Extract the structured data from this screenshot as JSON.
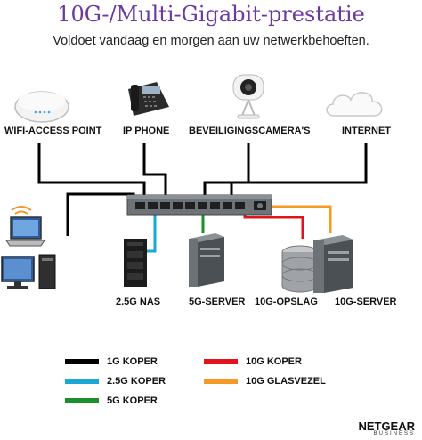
{
  "title": "10G-/Multi-Gigabit-prestatie",
  "subtitle": "Voldoet vandaag en morgen aan uw netwerkbehoeften.",
  "devices_top": [
    "WIFI-ACCESS POINT",
    "IP PHONE",
    "BEVEILIGINGSCAMERA'S",
    "INTERNET"
  ],
  "devices_bottom": [
    "2.5G NAS",
    "5G-SERVER",
    "10G-OPSLAG",
    "10G-SERVER"
  ],
  "legend": [
    {
      "label": "1G KOPER",
      "color": "#000000"
    },
    {
      "label": "2.5G KOPER",
      "color": "#1aa7d6"
    },
    {
      "label": "5G KOPER",
      "color": "#1a8f2a"
    },
    {
      "label": "10G KOPER",
      "color": "#e3131b"
    },
    {
      "label": "10G GLASVEZEL",
      "color": "#f39a26"
    }
  ],
  "brand": {
    "name": "NETGEAR",
    "sub": "BUSINESS"
  }
}
